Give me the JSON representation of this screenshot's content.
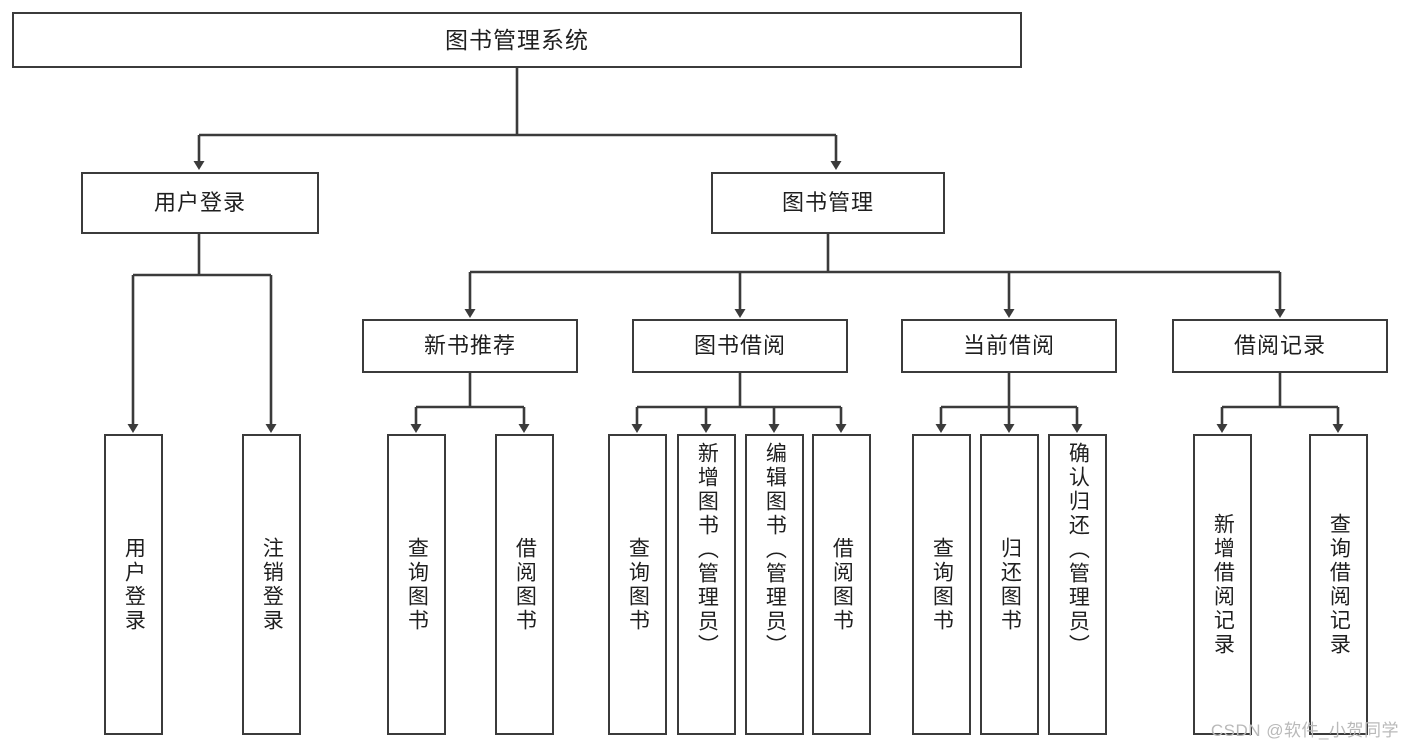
{
  "diagram": {
    "title": "图书管理系统",
    "type": "tree",
    "watermark": "CSDN @软件_小贺同学",
    "colors": {
      "box_border": "#3b3b3b",
      "box_fill": "#ffffff",
      "edge": "#3b3b3b",
      "text": "#1f1f1f",
      "watermark": "#b9b9b9",
      "background": "#ffffff"
    },
    "nodes": {
      "root": {
        "label": "图书管理系统"
      },
      "level2": [
        {
          "id": "user-login",
          "label": "用户登录"
        },
        {
          "id": "book-management",
          "label": "图书管理"
        }
      ],
      "level3": [
        {
          "id": "new-book-recommend",
          "label": "新书推荐"
        },
        {
          "id": "book-borrow",
          "label": "图书借阅"
        },
        {
          "id": "current-borrow",
          "label": "当前借阅"
        },
        {
          "id": "borrow-record",
          "label": "借阅记录"
        }
      ],
      "leaves": {
        "user_login": [
          {
            "id": "leaf-user-login",
            "label": "用户登录"
          },
          {
            "id": "leaf-logout",
            "label": "注销登录"
          }
        ],
        "new_book_recommend": [
          {
            "id": "leaf-query-books-1",
            "label": "查询图书"
          },
          {
            "id": "leaf-borrow-books-1",
            "label": "借阅图书"
          }
        ],
        "book_borrow": [
          {
            "id": "leaf-query-books-2",
            "label": "查询图书"
          },
          {
            "id": "leaf-add-book",
            "label": "新增图书（管理员）"
          },
          {
            "id": "leaf-edit-book",
            "label": "编辑图书（管理员）"
          },
          {
            "id": "leaf-borrow-books-2",
            "label": "借阅图书"
          }
        ],
        "current_borrow": [
          {
            "id": "leaf-query-books-3",
            "label": "查询图书"
          },
          {
            "id": "leaf-return-book",
            "label": "归还图书"
          },
          {
            "id": "leaf-confirm-return",
            "label": "确认归还（管理员）"
          }
        ],
        "borrow_record": [
          {
            "id": "leaf-add-record",
            "label": "新增借阅记录"
          },
          {
            "id": "leaf-query-record",
            "label": "查询借阅记录"
          }
        ]
      }
    }
  }
}
